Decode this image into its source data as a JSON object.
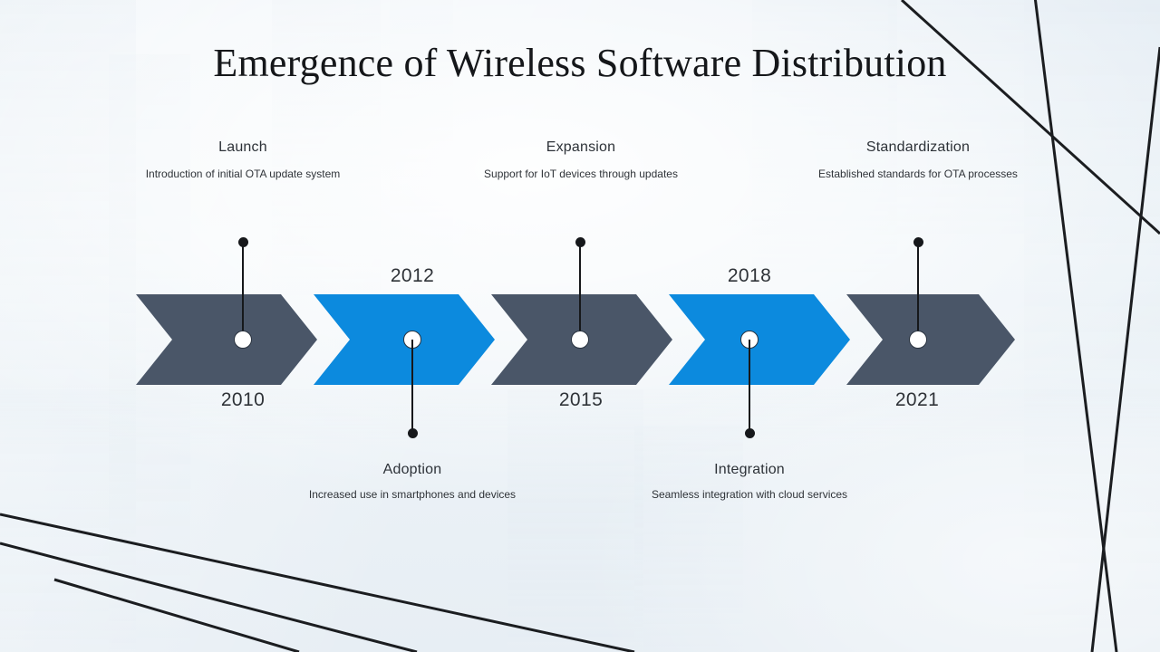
{
  "slide": {
    "title": "Emergence of Wireless Software Distribution",
    "background": {
      "base_color": "#eaf1f7",
      "decor_line_color": "#1b1d20"
    }
  },
  "theme": {
    "chevron_dark": "#4a5668",
    "chevron_blue": "#0c8ade",
    "chevron_gap": "#f4f8fb",
    "node_fill": "#ffffff",
    "node_stroke": "#2b3440",
    "connector_color": "#16181b",
    "title_color": "#15171a",
    "text_color": "#2f3338"
  },
  "timeline": {
    "segments": [
      {
        "id": "seg-1",
        "year": "2010",
        "color": "#4a5668",
        "color_name": "dark"
      },
      {
        "id": "seg-2",
        "year": "2012",
        "color": "#0c8ade",
        "color_name": "blue"
      },
      {
        "id": "seg-3",
        "year": "2015",
        "color": "#4a5668",
        "color_name": "dark"
      },
      {
        "id": "seg-4",
        "year": "2018",
        "color": "#0c8ade",
        "color_name": "blue"
      },
      {
        "id": "seg-5",
        "year": "2021",
        "color": "#4a5668",
        "color_name": "dark"
      }
    ],
    "milestones": [
      {
        "id": "milestone-launch",
        "title": "Launch",
        "description": "Introduction of initial OTA update system",
        "year": "2010",
        "position": "above"
      },
      {
        "id": "milestone-adoption",
        "title": "Adoption",
        "description": "Increased use in smartphones and devices",
        "year": "2012",
        "position": "below"
      },
      {
        "id": "milestone-expansion",
        "title": "Expansion",
        "description": "Support for IoT devices through updates",
        "year": "2015",
        "position": "above"
      },
      {
        "id": "milestone-integration",
        "title": "Integration",
        "description": "Seamless integration with cloud services",
        "year": "2018",
        "position": "below"
      },
      {
        "id": "milestone-standardization",
        "title": "Standardization",
        "description": "Established standards for OTA processes",
        "year": "2021",
        "position": "above"
      }
    ]
  }
}
